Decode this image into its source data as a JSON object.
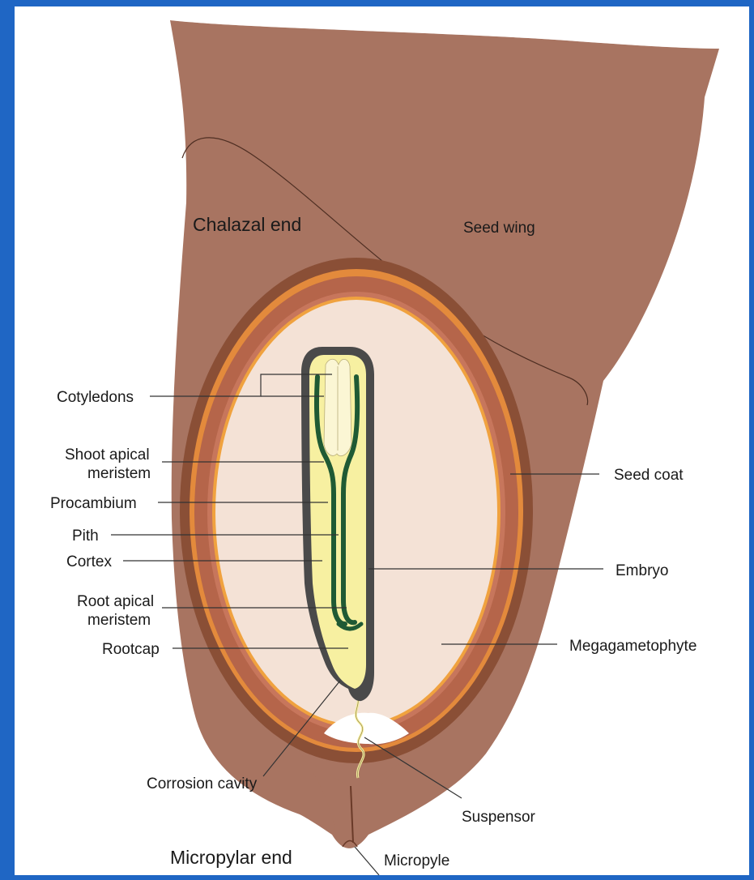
{
  "labels": {
    "chalazal_end": "Chalazal end",
    "seed_wing": "Seed wing",
    "cotyledons": "Cotyledons",
    "shoot_apical_1": "Shoot apical",
    "shoot_apical_2": "meristem",
    "procambium": "Procambium",
    "pith": "Pith",
    "cortex": "Cortex",
    "root_apical_1": "Root apical",
    "root_apical_2": "meristem",
    "rootcap": "Rootcap",
    "seed_coat": "Seed coat",
    "embryo": "Embryo",
    "megagametophyte": "Megagametophyte",
    "corrosion_cavity": "Corrosion cavity",
    "suspensor": "Suspensor",
    "micropylar_end": "Micropylar end",
    "micropyle": "Micropyle"
  },
  "colors": {
    "seed_wing": "#a87461",
    "seed_coat_outer": "#8a4f36",
    "seed_coat_band": "#e38a3c",
    "seed_coat_inner": "#c7765c",
    "megagametophyte": "#f4e2d6",
    "embryo": "#f7f0a1",
    "embryo_outline": "#4a4a4a",
    "procambium": "#1f5a34",
    "background_frame": "#1f66c4"
  }
}
